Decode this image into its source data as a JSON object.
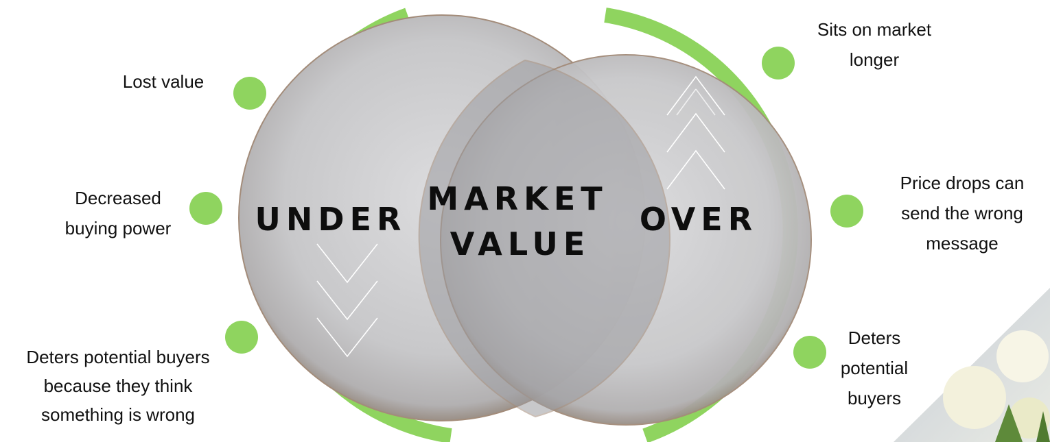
{
  "diagram": {
    "under_label": "UNDER",
    "over_label": "OVER",
    "center_label_line1": "MARKET",
    "center_label_line2": "VALUE",
    "under_points": {
      "top": "Lost value",
      "middle_line1": "Decreased",
      "middle_line2": "buying power",
      "bottom_line1": "Deters potential buyers",
      "bottom_line2": "because they think",
      "bottom_line3": "something is wrong"
    },
    "over_points": {
      "top_line1": "Sits on market",
      "top_line2": "longer",
      "middle_line1": "Price drops can",
      "middle_line2": "send the wrong",
      "middle_line3": "message",
      "bottom_line1": "Deters",
      "bottom_line2": "potential",
      "bottom_line3": "buyers"
    }
  },
  "colors": {
    "accent_green": "#8fd45f",
    "bubble_gray": "#c9c9cb",
    "text_dark": "#111111"
  }
}
